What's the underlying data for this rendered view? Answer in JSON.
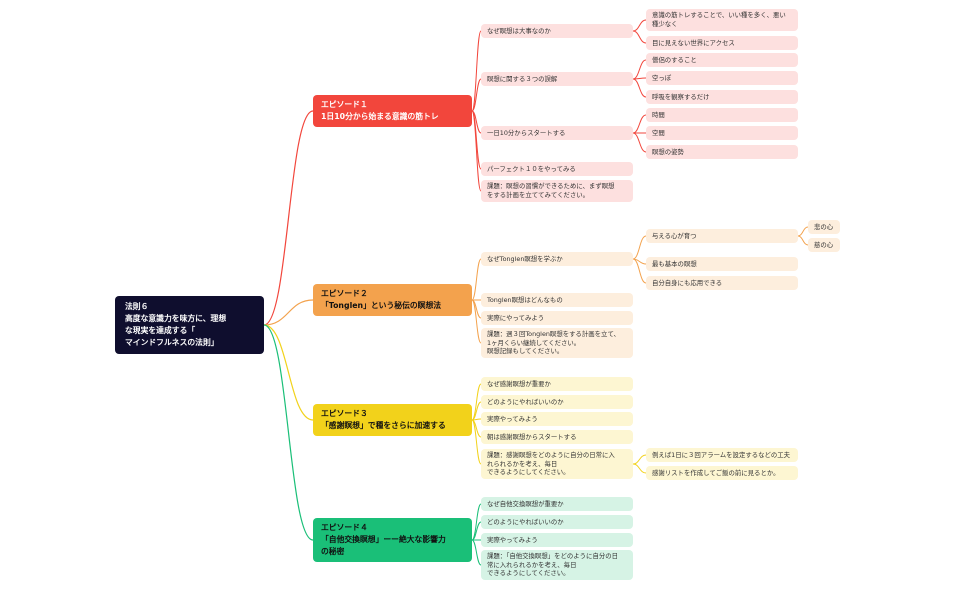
{
  "root": {
    "text": "法則６\n高度な意識力を味方に、理想\nな現実を達成する「\nマインドフルネスの法則」"
  },
  "branches": [
    {
      "title": "エピソード１\n1日10分から始まる意識の筋トレ",
      "color": "#f2463c",
      "children": [
        {
          "text": "なぜ瞑想は大事なのか",
          "children": [
            {
              "text": "意識の筋トレすることで、いい種を多く、悪い\n種少なく"
            },
            {
              "text": "目に見えない世界にアクセス"
            }
          ]
        },
        {
          "text": "瞑想に関する３つの誤解",
          "children": [
            {
              "text": "僧侶のすること"
            },
            {
              "text": "空っぽ"
            },
            {
              "text": "呼吸を観察するだけ"
            }
          ]
        },
        {
          "text": "一日10分からスタートする",
          "children": [
            {
              "text": "時間"
            },
            {
              "text": "空間"
            },
            {
              "text": "瞑想の姿勢"
            }
          ]
        },
        {
          "text": "パーフェクト１０をやってみる"
        },
        {
          "text": "課題：瞑想の習慣ができるために、まず瞑想\nをする計画を立ててみてください。"
        }
      ]
    },
    {
      "title": "エピソード２\n「Tonglen」という秘伝の瞑想法",
      "color": "#f3a24d",
      "children": [
        {
          "text": "なぜTonglen瞑想を学ぶか",
          "children": [
            {
              "text": "与える心が育つ",
              "children": [
                {
                  "text": "悲の心"
                },
                {
                  "text": "慈の心"
                }
              ]
            },
            {
              "text": "最も基本の瞑想"
            },
            {
              "text": "自分自身にも応用できる"
            }
          ]
        },
        {
          "text": "Tonglen瞑想はどんなもの"
        },
        {
          "text": "実際にやってみよう"
        },
        {
          "text": "課題：週３回Tonglen瞑想をする計画を立て、\n1ヶ月くらい継続してください。\n瞑想記録もしてください。"
        }
      ]
    },
    {
      "title": "エピソード３\n「感謝瞑想」で種をさらに加速する",
      "color": "#f2d21b",
      "children": [
        {
          "text": "なぜ感謝瞑想が重要か"
        },
        {
          "text": "どのようにやればいいのか"
        },
        {
          "text": "実際やってみよう"
        },
        {
          "text": "朝は感謝瞑想からスタートする"
        },
        {
          "text": "課題：感謝瞑想をどのように自分の日常に入\nれられるかを考え、毎日\nできるようにしてください。",
          "children": [
            {
              "text": "例えば1日に３回アラームを設定するなどの工夫"
            },
            {
              "text": "感謝リストを作成してご飯の前に見るとか。"
            }
          ]
        }
      ]
    },
    {
      "title": "エピソード４\n「自他交換瞑想」ーー絶大な影響力\nの秘密",
      "color": "#1abf78",
      "children": [
        {
          "text": "なぜ自他交換瞑想が重要か"
        },
        {
          "text": "どのようにやればいいのか"
        },
        {
          "text": "実際やってみよう"
        },
        {
          "text": "課題：「自他交換瞑想」をどのように自分の日\n常に入れられるかを考え、毎日\nできるようにしてください。"
        }
      ]
    }
  ]
}
